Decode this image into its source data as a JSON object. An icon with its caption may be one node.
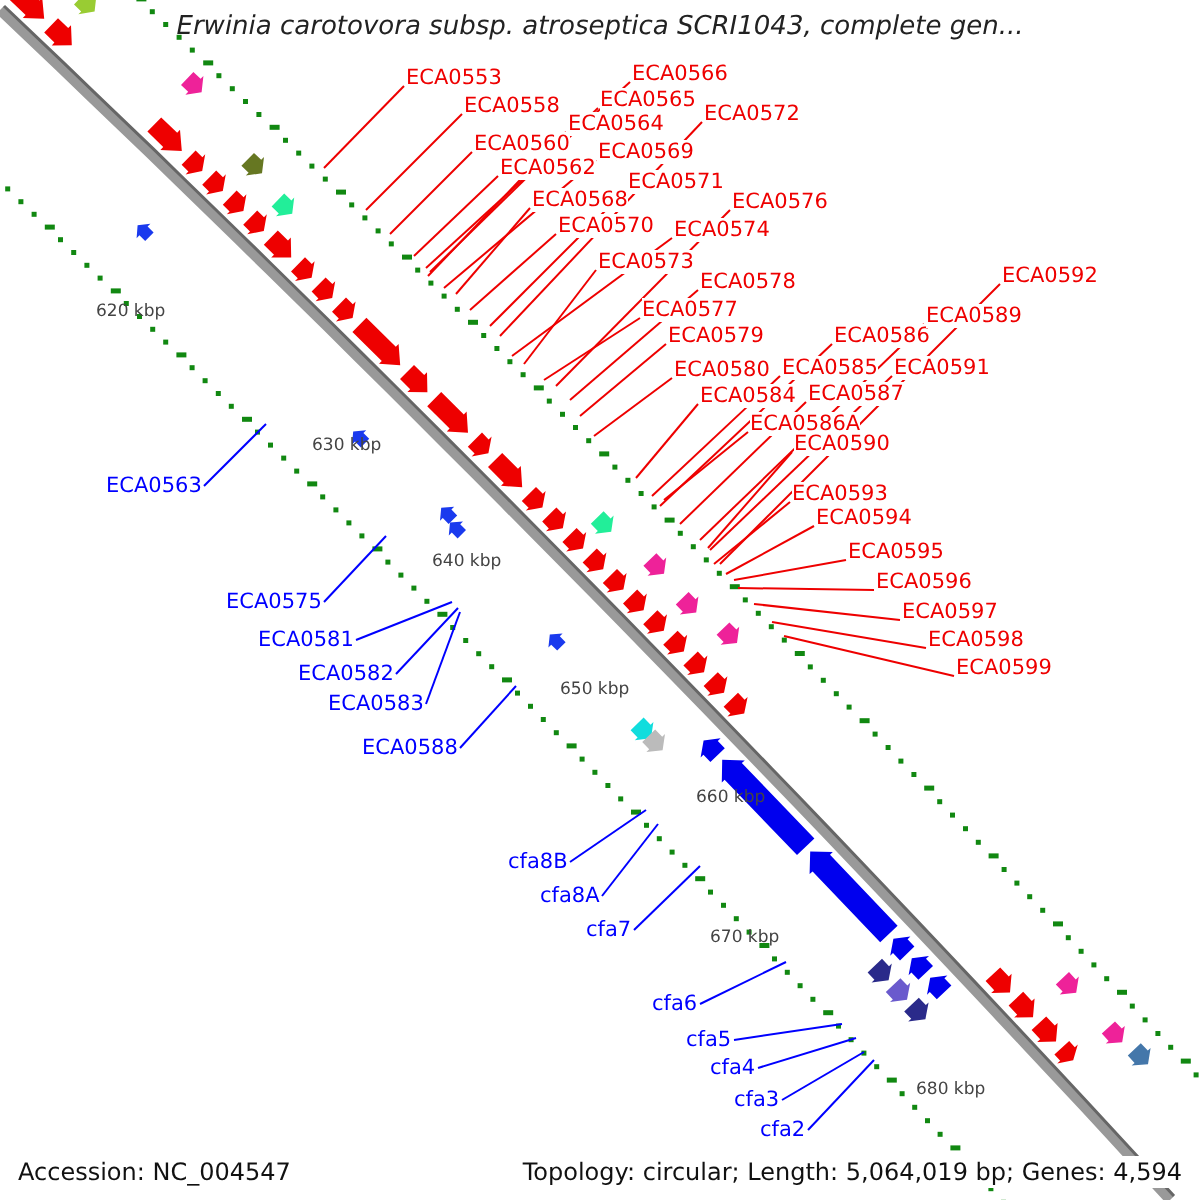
{
  "diagram": {
    "title": "Erwinia carotovora subsp. atroseptica SCRI1043, complete gen...",
    "nodes": [
      {
        "text": [
          "ECA0553"
        ]
      },
      {
        "text": [
          "ECA0558"
        ]
      },
      {
        "text": [
          "ECA0560"
        ]
      },
      {
        "text": [
          "ECA0562"
        ]
      },
      {
        "text": [
          "ECA0564"
        ]
      },
      {
        "text": [
          "ECA0565"
        ]
      },
      {
        "text": [
          "ECA0566"
        ]
      },
      {
        "text": [
          "ECA0569"
        ]
      },
      {
        "text": [
          "ECA0568"
        ]
      },
      {
        "text": [
          "ECA0570"
        ]
      },
      {
        "text": [
          "ECA0571"
        ]
      },
      {
        "text": [
          "ECA0572"
        ]
      },
      {
        "text": [
          "ECA0574"
        ]
      },
      {
        "text": [
          "ECA0573"
        ]
      },
      {
        "text": [
          "ECA0576"
        ]
      },
      {
        "text": [
          "ECA0578"
        ]
      },
      {
        "text": [
          "ECA0577"
        ]
      },
      {
        "text": [
          "ECA0579"
        ]
      },
      {
        "text": [
          "ECA0580"
        ]
      },
      {
        "text": [
          "ECA0584"
        ]
      },
      {
        "text": [
          "ECA0585"
        ]
      },
      {
        "text": [
          "ECA0586"
        ]
      },
      {
        "text": [
          "ECA0586A"
        ]
      },
      {
        "text": [
          "ECA0587"
        ]
      },
      {
        "text": [
          "ECA0589"
        ]
      },
      {
        "text": [
          "ECA0590"
        ]
      },
      {
        "text": [
          "ECA0591"
        ]
      },
      {
        "text": [
          "ECA0592"
        ]
      },
      {
        "text": [
          "ECA0593"
        ]
      },
      {
        "text": [
          "ECA0594"
        ]
      },
      {
        "text": [
          "ECA0595"
        ]
      },
      {
        "text": [
          "ECA0596"
        ]
      },
      {
        "text": [
          "ECA0597"
        ]
      },
      {
        "text": [
          "ECA0598"
        ]
      },
      {
        "text": [
          "ECA0599"
        ]
      },
      {
        "text": [
          "ECA0563"
        ]
      },
      {
        "text": [
          "ECA0575"
        ]
      },
      {
        "text": [
          "ECA0581"
        ]
      },
      {
        "text": [
          "ECA0582"
        ]
      },
      {
        "text": [
          "ECA0583"
        ]
      },
      {
        "text": [
          "ECA0588"
        ]
      },
      {
        "text": [
          "cfa8B"
        ]
      },
      {
        "text": [
          "cfa8A"
        ]
      },
      {
        "text": [
          "cfa7"
        ]
      },
      {
        "text": [
          "cfa6"
        ]
      },
      {
        "text": [
          "cfa5"
        ]
      },
      {
        "text": [
          "cfa4"
        ]
      },
      {
        "text": [
          "cfa3"
        ]
      },
      {
        "text": [
          "cfa2"
        ]
      }
    ],
    "edges": [
      {
        "from": 0,
        "to": null,
        "arrow": "none"
      },
      {
        "from": 1,
        "to": null,
        "arrow": "none"
      },
      {
        "from": 2,
        "to": null,
        "arrow": "none"
      },
      {
        "from": 3,
        "to": null,
        "arrow": "none"
      },
      {
        "from": 4,
        "to": null,
        "arrow": "none"
      },
      {
        "from": 5,
        "to": null,
        "arrow": "none"
      },
      {
        "from": 6,
        "to": null,
        "arrow": "none"
      },
      {
        "from": 7,
        "to": null,
        "arrow": "none"
      },
      {
        "from": 8,
        "to": null,
        "arrow": "none"
      },
      {
        "from": 9,
        "to": null,
        "arrow": "none"
      },
      {
        "from": 10,
        "to": null,
        "arrow": "none"
      },
      {
        "from": 11,
        "to": null,
        "arrow": "none"
      },
      {
        "from": 12,
        "to": null,
        "arrow": "none"
      },
      {
        "from": 13,
        "to": null,
        "arrow": "none"
      },
      {
        "from": 14,
        "to": null,
        "arrow": "none"
      },
      {
        "from": 15,
        "to": null,
        "arrow": "none"
      },
      {
        "from": 16,
        "to": null,
        "arrow": "none"
      },
      {
        "from": 17,
        "to": null,
        "arrow": "none"
      },
      {
        "from": 18,
        "to": null,
        "arrow": "none"
      },
      {
        "from": 19,
        "to": null,
        "arrow": "none"
      },
      {
        "from": 20,
        "to": null,
        "arrow": "none"
      },
      {
        "from": 21,
        "to": null,
        "arrow": "none"
      },
      {
        "from": 22,
        "to": null,
        "arrow": "none"
      },
      {
        "from": 23,
        "to": null,
        "arrow": "none"
      },
      {
        "from": 24,
        "to": null,
        "arrow": "none"
      },
      {
        "from": 25,
        "to": null,
        "arrow": "none"
      },
      {
        "from": 26,
        "to": null,
        "arrow": "none"
      },
      {
        "from": 27,
        "to": null,
        "arrow": "none"
      },
      {
        "from": 28,
        "to": null,
        "arrow": "none"
      },
      {
        "from": 29,
        "to": null,
        "arrow": "none"
      },
      {
        "from": 30,
        "to": null,
        "arrow": "none"
      },
      {
        "from": 31,
        "to": null,
        "arrow": "none"
      },
      {
        "from": 32,
        "to": null,
        "arrow": "none"
      },
      {
        "from": 33,
        "to": null,
        "arrow": "none"
      },
      {
        "from": 34,
        "to": null,
        "arrow": "none"
      },
      {
        "from": 35,
        "to": null,
        "arrow": "none",
        "color": "#0000ff"
      },
      {
        "from": 36,
        "to": null,
        "arrow": "none",
        "color": "#0000ff"
      },
      {
        "from": 37,
        "to": null,
        "arrow": "none",
        "color": "#0000ff"
      },
      {
        "from": 38,
        "to": null,
        "arrow": "none",
        "color": "#0000ff"
      },
      {
        "from": 39,
        "to": null,
        "arrow": "none",
        "color": "#0000ff"
      },
      {
        "from": 40,
        "to": null,
        "arrow": "none",
        "color": "#0000ff"
      },
      {
        "from": 41,
        "to": null,
        "arrow": "none",
        "color": "#0000ff"
      },
      {
        "from": 42,
        "to": null,
        "arrow": "none",
        "color": "#0000ff"
      },
      {
        "from": 43,
        "to": null,
        "arrow": "none",
        "color": "#0000ff"
      },
      {
        "from": 44,
        "to": null,
        "arrow": "none",
        "color": "#0000ff"
      },
      {
        "from": 45,
        "to": null,
        "arrow": "none",
        "color": "#0000ff"
      },
      {
        "from": 46,
        "to": null,
        "arrow": "none",
        "color": "#0000ff"
      },
      {
        "from": 47,
        "to": null,
        "arrow": "none",
        "color": "#0000ff"
      },
      {
        "from": 48,
        "to": null,
        "arrow": "none",
        "color": "#0000ff"
      }
    ],
    "labels": [
      "620 kbp",
      "630 kbp",
      "640 kbp",
      "650 kbp",
      "660 kbp",
      "670 kbp",
      "680 kbp",
      "Accession: NC_004547",
      "Topology: circular; Length: 5,064,019 bp; Genes: 4,594"
    ]
  }
}
